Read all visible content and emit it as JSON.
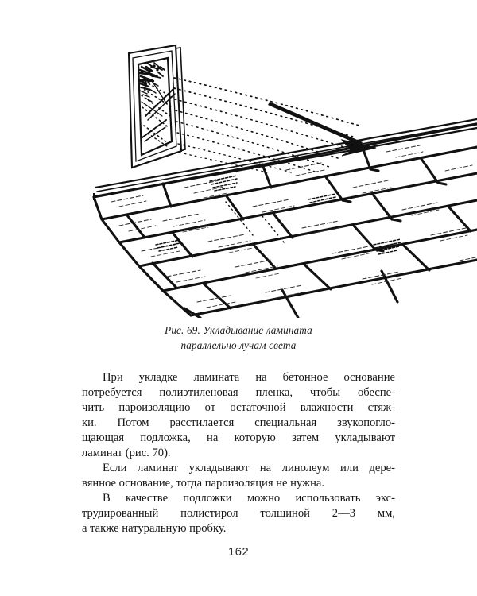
{
  "page": {
    "background_color": "#ffffff",
    "ink_color": "#161616",
    "folio": "162"
  },
  "figure": {
    "number": "Рис. 69.",
    "caption_lines": [
      "Рис. 69. Укладывание ламината",
      "параллельно лучам света"
    ],
    "alt": "Перспективный рисунок: окно с лучами света и пол из ламината, уложенного параллельно лучам",
    "elements": {
      "window_label": "Окно — источник света",
      "rays_label": "Лучи света",
      "arrow_label": "Направление укладки",
      "floor_label": "Ламинат, уложенный в разбежку"
    },
    "line_color": "#111111"
  },
  "body": {
    "paragraphs": [
      {
        "id": "p1",
        "lines": [
          "При укладке ламината на бетонное основание",
          "потребуется полиэтиленовая пленка, чтобы обеспе-",
          "чить пароизоляцию от остаточной влажности стяж-",
          "ки. Потом расстилается специальная звукопогло-",
          "щающая подложка, на которую затем укладывают",
          "ламинат (рис. 70)."
        ]
      },
      {
        "id": "p2",
        "lines": [
          "Если ламинат укладывают на линолеум или дере-",
          "вянное основание, тогда пароизоляция не нужна."
        ]
      },
      {
        "id": "p3",
        "lines": [
          "В качестве подложки можно использовать экс-",
          "трудированный полистирол толщиной 2—3 мм,",
          "а также натуральную пробку."
        ]
      }
    ]
  }
}
